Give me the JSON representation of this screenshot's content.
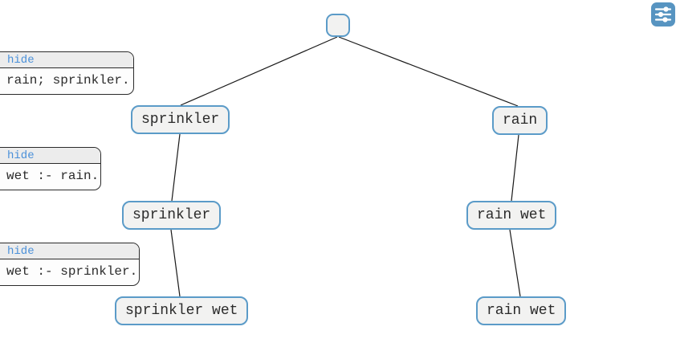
{
  "colors": {
    "node_border": "#5b9bc8",
    "node_fill": "#f2f2f1",
    "node_text": "#2b2b2b",
    "edge": "#1a1a1a",
    "link_blue": "#4a90d9",
    "icon_bg": "#5794c1",
    "box_border": "#2b2b2b",
    "box_header_bg": "#ececec",
    "box_body_bg": "#fdfdfd"
  },
  "toolbar": {
    "settings_icon": "sliders-icon"
  },
  "clauses": [
    {
      "action_label": "hide",
      "code": "rain; sprinkler."
    },
    {
      "action_label": "hide",
      "code": "wet :- rain."
    },
    {
      "action_label": "hide",
      "code": "wet :- sprinkler."
    }
  ],
  "tree": {
    "nodes": [
      {
        "id": "root",
        "label": ""
      },
      {
        "id": "sprinkler-1",
        "label": "sprinkler"
      },
      {
        "id": "rain-1",
        "label": "rain"
      },
      {
        "id": "sprinkler-2",
        "label": "sprinkler"
      },
      {
        "id": "rain-wet-1",
        "label": "rain wet"
      },
      {
        "id": "sprinkler-wet",
        "label": "sprinkler wet"
      },
      {
        "id": "rain-wet-2",
        "label": "rain wet"
      }
    ],
    "edges": [
      [
        "root",
        "sprinkler-1"
      ],
      [
        "root",
        "rain-1"
      ],
      [
        "sprinkler-1",
        "sprinkler-2"
      ],
      [
        "sprinkler-2",
        "sprinkler-wet"
      ],
      [
        "rain-1",
        "rain-wet-1"
      ],
      [
        "rain-wet-1",
        "rain-wet-2"
      ]
    ]
  }
}
